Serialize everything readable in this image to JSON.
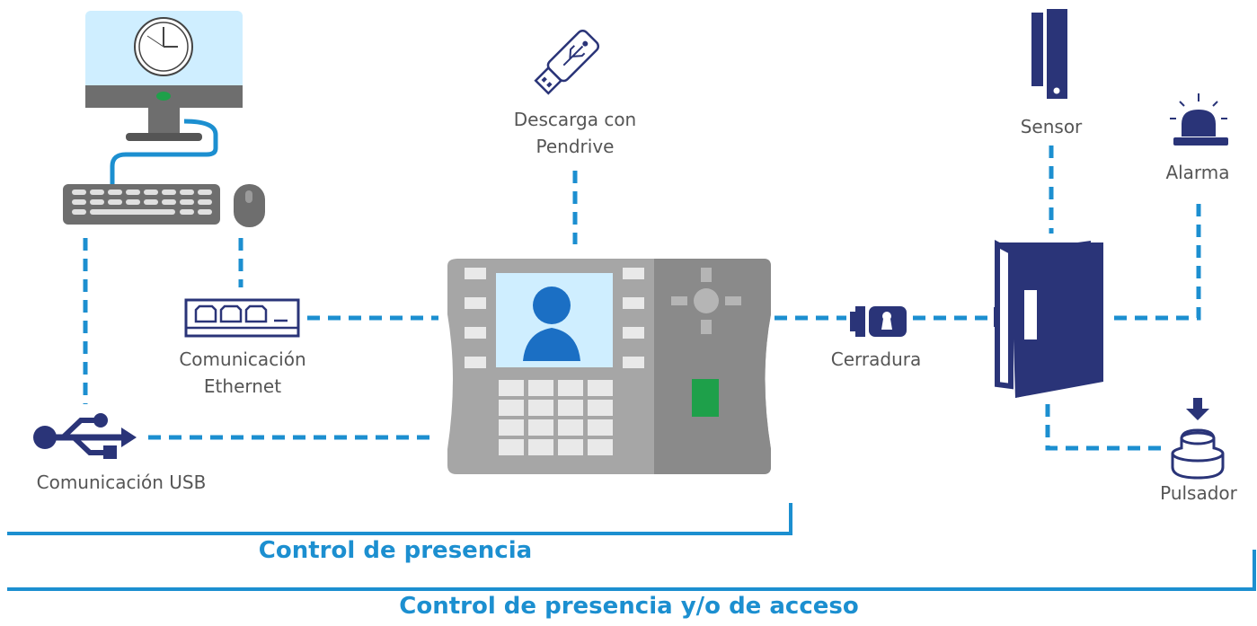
{
  "labels": {
    "pendrive": [
      "Descarga con",
      "Pendrive"
    ],
    "sensor": "Sensor",
    "alarm": "Alarma",
    "ethernet": [
      "Comunicación",
      "Ethernet"
    ],
    "lock": "Cerradura",
    "usb": "Comunicación USB",
    "button": "Pulsador"
  },
  "captions": {
    "presence": "Control de presencia",
    "access": "Control de presencia y/o de acceso"
  },
  "colors": {
    "dash": "#1c8fd0",
    "navy": "#2a3478",
    "device_dark": "#8a8a8a",
    "device_light": "#a6a6a6",
    "screen": "#cfeeff",
    "fingerprint": "#1ea04a",
    "caption": "#1c8fd0"
  }
}
